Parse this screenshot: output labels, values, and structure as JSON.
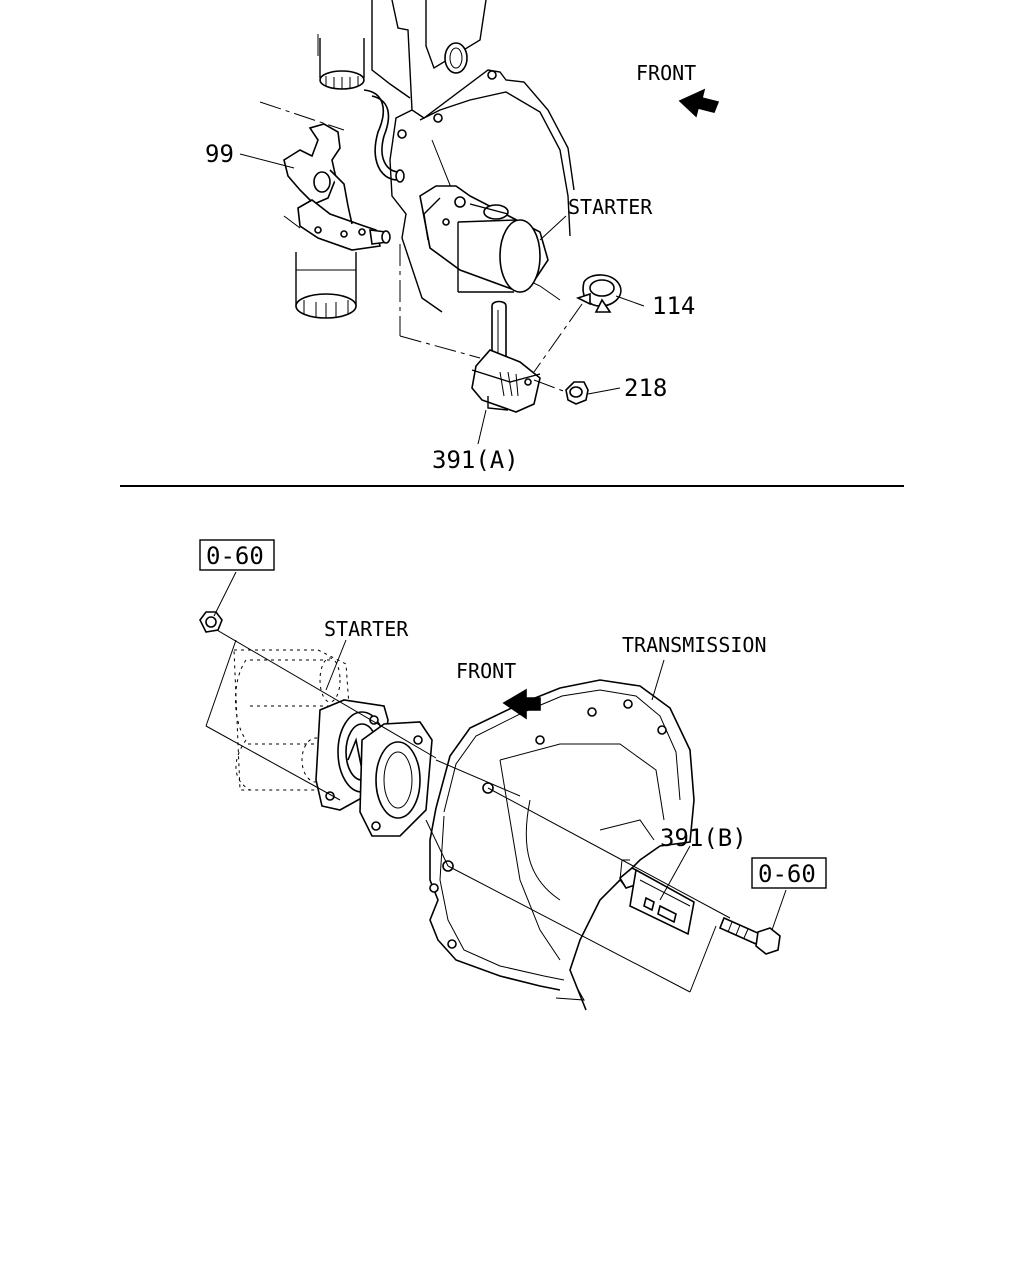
{
  "top_view": {
    "front_label": "FRONT",
    "starter_label": "STARTER",
    "callouts": {
      "c99": "99",
      "c114": "114",
      "c218": "218",
      "c391a": "391(A)"
    }
  },
  "bottom_view": {
    "ref_box_1": "0-60",
    "ref_box_2": "0-60",
    "starter_label": "STARTER",
    "front_label": "FRONT",
    "transmission_label": "TRANSMISSION",
    "callout_391b": "391(B)"
  }
}
